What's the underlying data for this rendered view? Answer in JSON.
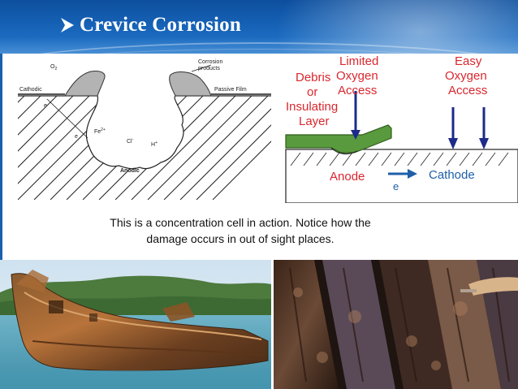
{
  "slide": {
    "title": "Crevice Corrosion",
    "caption_line1": "This is a concentration cell in action.  Notice how the",
    "caption_line2": "damage occurs in out of sight places."
  },
  "left_diagram": {
    "o2": "O",
    "o2_sub": "2",
    "corrosion_products_line1": "Corrosion",
    "corrosion_products_line2": "products",
    "cathodic": "Cathodic",
    "passive_film": "Passive Film",
    "e_top": "e",
    "e_bottom": "e",
    "fe": "Fe",
    "fe_sup": "2+",
    "cl": "Cl",
    "cl_sup": "-",
    "h": "H",
    "h_sup": "+",
    "anodic": "Anodic"
  },
  "right_diagram": {
    "limited_line1": "Limited",
    "limited_line2": "Oxygen",
    "limited_line3": "Access",
    "easy_line1": "Easy",
    "easy_line2": "Oxygen",
    "easy_line3": "Access",
    "debris_line1": "Debris",
    "debris_line2": "or",
    "debris_line3": "Insulating",
    "debris_line4": "Layer",
    "anode": "Anode",
    "cathode": "Cathode",
    "e": "e"
  },
  "colors": {
    "header_blue": "#0d4f9e",
    "diagram_red": "#d9272e",
    "diagram_blue": "#1f5fa8",
    "layer_green": "#5a9a3e",
    "arrow_navy": "#1c2b8a"
  }
}
